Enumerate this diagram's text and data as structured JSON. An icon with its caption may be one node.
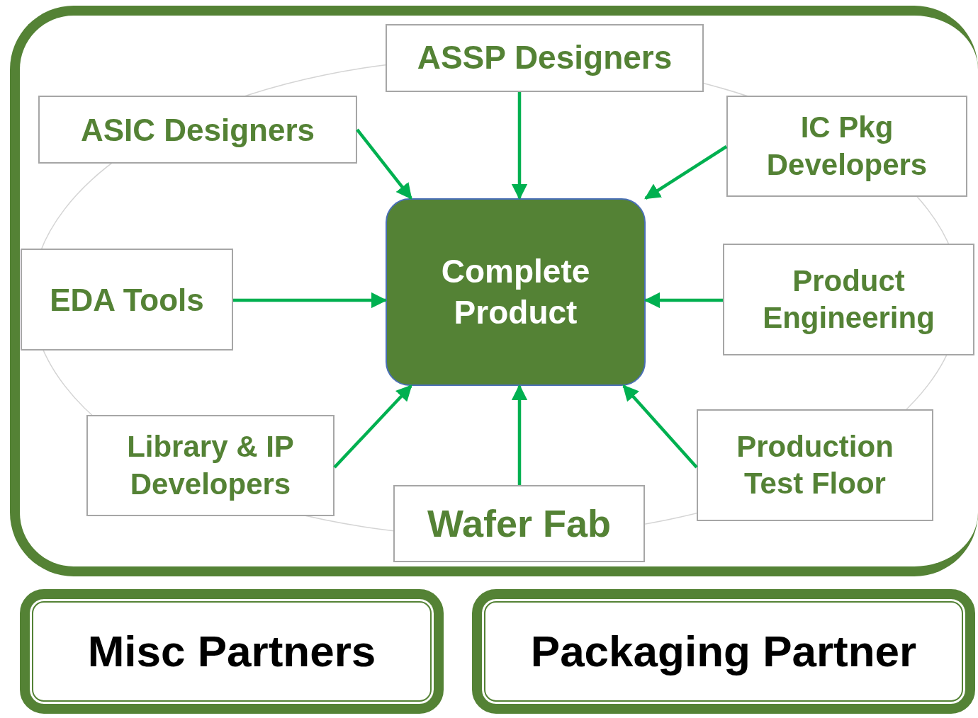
{
  "diagram": {
    "nodes": [
      {
        "text": [],
        "shape": "box"
      },
      {
        "text": [
          "ASSP Designers"
        ],
        "in": 0
      },
      {
        "text": [
          "ASIC Designers"
        ],
        "in": 0
      },
      {
        "text": [
          "IC Pkg Developers"
        ],
        "in": 0
      },
      {
        "text": [
          "EDA Tools"
        ],
        "in": 0
      },
      {
        "text": [
          "Complete Product"
        ],
        "in": 0
      },
      {
        "text": [
          "Product Engineering"
        ],
        "in": 0
      },
      {
        "text": [
          "Library & IP Developers"
        ],
        "in": 0
      },
      {
        "text": [
          "Wafer Fab"
        ],
        "in": 0
      },
      {
        "text": [
          "Production Test Floor"
        ],
        "in": 0
      },
      {
        "text": [
          "Misc Partners"
        ]
      },
      {
        "text": [
          "Packaging Partner"
        ]
      }
    ],
    "edges": [
      {
        "from": 1,
        "to": 5,
        "arrow": "to"
      },
      {
        "from": 2,
        "to": 5,
        "arrow": "to"
      },
      {
        "from": 3,
        "to": 5,
        "arrow": "to"
      },
      {
        "from": 4,
        "to": 5,
        "arrow": "to"
      },
      {
        "from": 6,
        "to": 5,
        "arrow": "to"
      },
      {
        "from": 7,
        "to": 5,
        "arrow": "to"
      },
      {
        "from": 8,
        "to": 5,
        "arrow": "to"
      },
      {
        "from": 9,
        "to": 5,
        "arrow": "to"
      }
    ]
  }
}
